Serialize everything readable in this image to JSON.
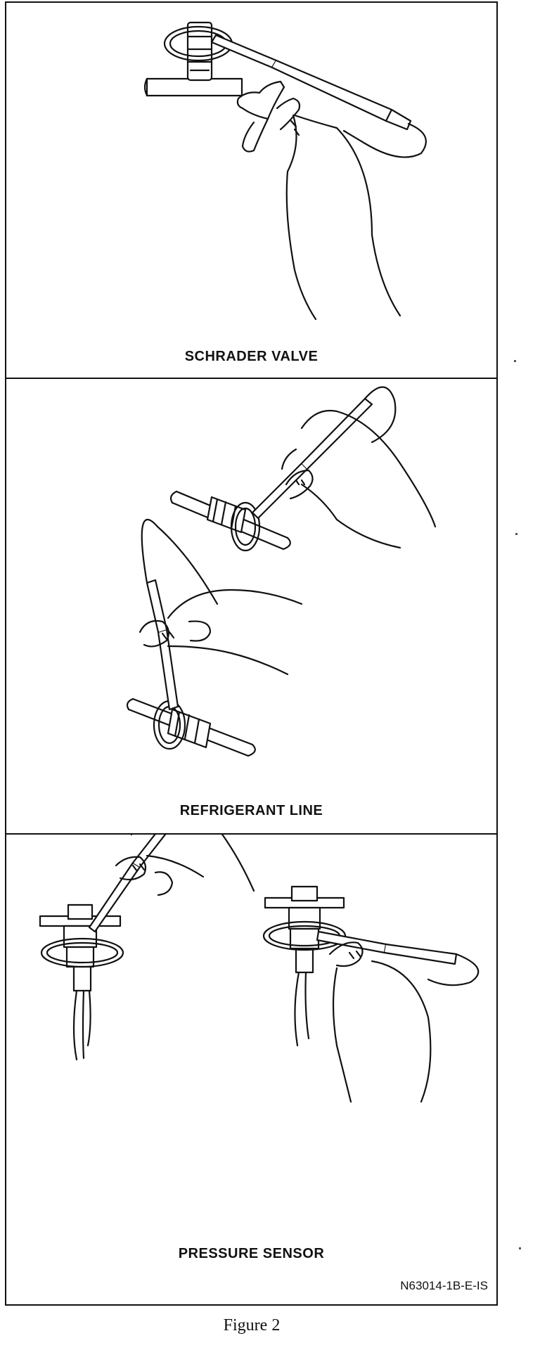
{
  "panels": [
    {
      "caption": "SCHRADER VALVE"
    },
    {
      "caption": "REFRIGERANT LINE"
    },
    {
      "caption": "PRESSURE SENSOR"
    }
  ],
  "part_number": "N63014-1B-E-IS",
  "figure_caption": "Figure 2"
}
